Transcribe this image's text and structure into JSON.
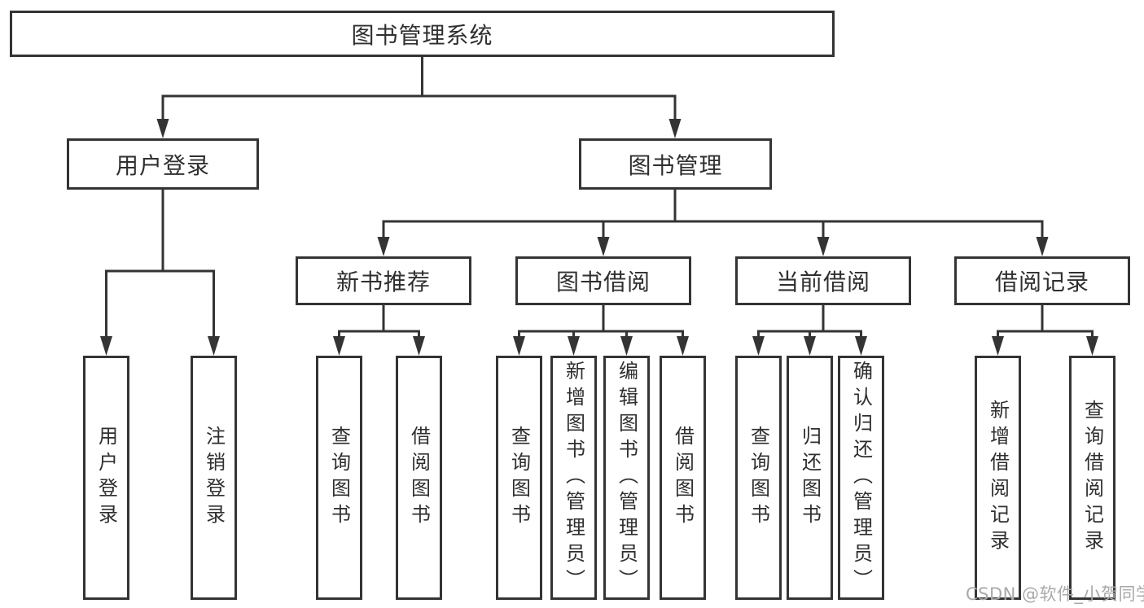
{
  "diagram_type": "function-structure-tree",
  "watermark": "CSDN @软件_小贺同学",
  "colors": {
    "line": "#343434",
    "text": "#2f2f2f",
    "watermark_text": "#a9a9a9",
    "background": "#ffffff"
  },
  "tree": {
    "label": "图书管理系统",
    "children": [
      {
        "label": "用户登录",
        "children": [
          {
            "label": "用户登录"
          },
          {
            "label": "注销登录"
          }
        ]
      },
      {
        "label": "图书管理",
        "children": [
          {
            "label": "新书推荐",
            "children": [
              {
                "label": "查询图书"
              },
              {
                "label": "借阅图书"
              }
            ]
          },
          {
            "label": "图书借阅",
            "children": [
              {
                "label": "查询图书"
              },
              {
                "label": "新增图书（管理员）"
              },
              {
                "label": "编辑图书（管理员）"
              },
              {
                "label": "借阅图书"
              }
            ]
          },
          {
            "label": "当前借阅",
            "children": [
              {
                "label": "查询图书"
              },
              {
                "label": "归还图书"
              },
              {
                "label": "确认归还（管理员）"
              }
            ]
          },
          {
            "label": "借阅记录",
            "children": [
              {
                "label": "新增借阅记录"
              },
              {
                "label": "查询借阅记录"
              }
            ]
          }
        ]
      }
    ]
  }
}
